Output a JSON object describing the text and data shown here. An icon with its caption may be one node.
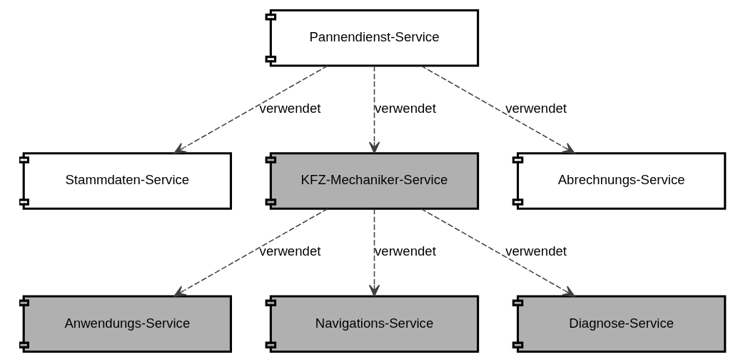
{
  "diagram": {
    "nodes": [
      {
        "text": [
          "Pannendienst-Service"
        ]
      },
      {
        "text": [
          "Stammdaten-Service"
        ]
      },
      {
        "text": [
          "KFZ-Mechaniker-Service"
        ]
      },
      {
        "text": [
          "Abrechnungs-Service"
        ]
      },
      {
        "text": [
          "Anwendungs-Service"
        ]
      },
      {
        "text": [
          "Navigations-Service"
        ]
      },
      {
        "text": [
          "Diagnose-Service"
        ]
      }
    ],
    "edges": [
      {
        "from": 0,
        "to": 1,
        "arrow": "to",
        "label": "verwendet",
        "style": "dashed"
      },
      {
        "from": 0,
        "to": 2,
        "arrow": "to",
        "label": "verwendet",
        "style": "dashed"
      },
      {
        "from": 0,
        "to": 3,
        "arrow": "to",
        "label": "verwendet",
        "style": "dashed"
      },
      {
        "from": 2,
        "to": 4,
        "arrow": "to",
        "label": "verwendet",
        "style": "dashed"
      },
      {
        "from": 2,
        "to": 5,
        "arrow": "to",
        "label": "verwendet",
        "style": "dashed"
      },
      {
        "from": 2,
        "to": 6,
        "arrow": "to",
        "label": "verwendet",
        "style": "dashed"
      }
    ]
  }
}
